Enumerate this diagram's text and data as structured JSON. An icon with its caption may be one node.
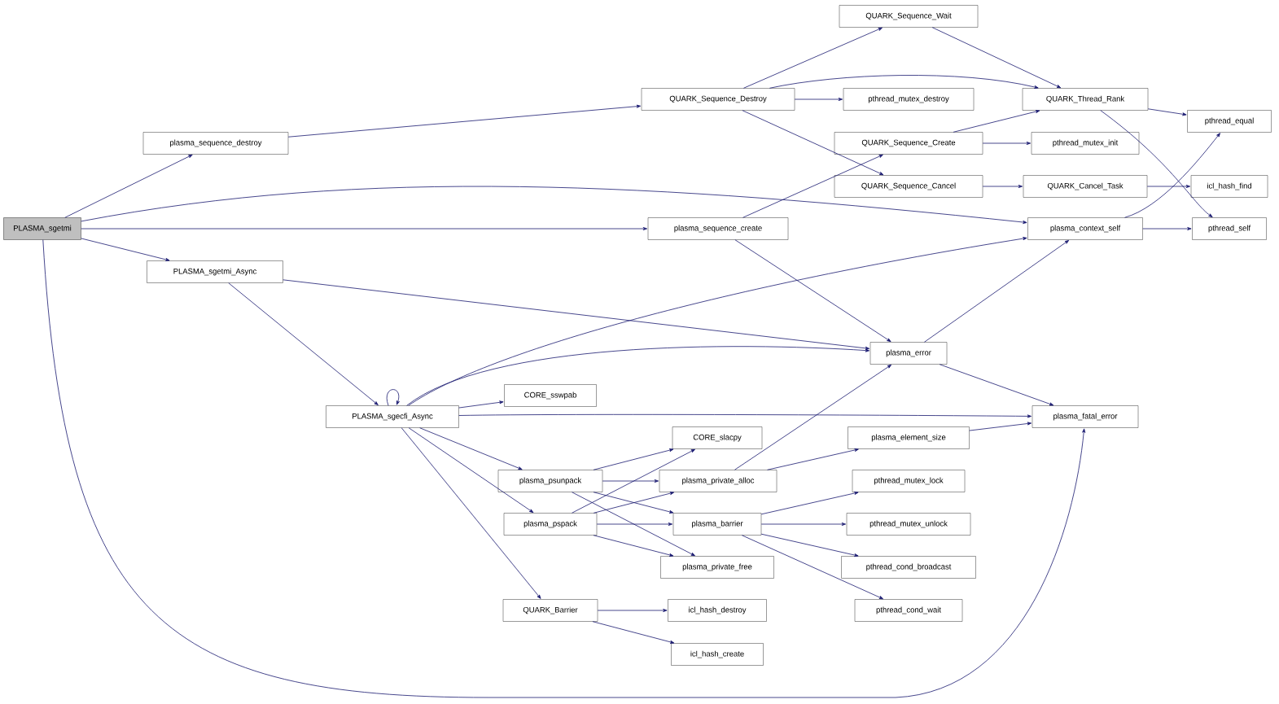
{
  "diagram": {
    "nodes": [
      {
        "text": [
          "PLASMA_sgetmi"
        ]
      },
      {
        "text": [
          "plasma_sequence_destroy"
        ]
      },
      {
        "text": [
          "PLASMA_sgetmi_Async"
        ]
      },
      {
        "text": [
          "QUARK_Sequence_Destroy"
        ]
      },
      {
        "text": [
          "plasma_sequence_create"
        ]
      },
      {
        "text": [
          "PLASMA_sgecfi_Async"
        ]
      },
      {
        "text": [
          "QUARK_Sequence_Wait"
        ]
      },
      {
        "text": [
          "pthread_mutex_destroy"
        ]
      },
      {
        "text": [
          "QUARK_Sequence_Create"
        ]
      },
      {
        "text": [
          "QUARK_Sequence_Cancel"
        ]
      },
      {
        "text": [
          "QUARK_Thread_Rank"
        ]
      },
      {
        "text": [
          "pthread_mutex_init"
        ]
      },
      {
        "text": [
          "QUARK_Cancel_Task"
        ]
      },
      {
        "text": [
          "plasma_context_self"
        ]
      },
      {
        "text": [
          "pthread_equal"
        ]
      },
      {
        "text": [
          "icl_hash_find"
        ]
      },
      {
        "text": [
          "pthread_self"
        ]
      },
      {
        "text": [
          "plasma_error"
        ]
      },
      {
        "text": [
          "plasma_fatal_error"
        ]
      },
      {
        "text": [
          "CORE_sswpab"
        ]
      },
      {
        "text": [
          "CORE_slacpy"
        ]
      },
      {
        "text": [
          "plasma_psunpack"
        ]
      },
      {
        "text": [
          "plasma_private_alloc"
        ]
      },
      {
        "text": [
          "plasma_element_size"
        ]
      },
      {
        "text": [
          "plasma_pspack"
        ]
      },
      {
        "text": [
          "plasma_barrier"
        ]
      },
      {
        "text": [
          "pthread_mutex_lock"
        ]
      },
      {
        "text": [
          "pthread_mutex_unlock"
        ]
      },
      {
        "text": [
          "plasma_private_free"
        ]
      },
      {
        "text": [
          "pthread_cond_broadcast"
        ]
      },
      {
        "text": [
          "QUARK_Barrier"
        ]
      },
      {
        "text": [
          "icl_hash_destroy"
        ]
      },
      {
        "text": [
          "pthread_cond_wait"
        ]
      },
      {
        "text": [
          "icl_hash_create"
        ]
      }
    ],
    "edges": [
      {
        "from": 0,
        "to": 1,
        "arrow": "to"
      },
      {
        "from": 0,
        "to": 13,
        "arrow": "to"
      },
      {
        "from": 0,
        "to": 4,
        "arrow": "to"
      },
      {
        "from": 0,
        "to": 2,
        "arrow": "to"
      },
      {
        "from": 0,
        "to": 18,
        "arrow": "to"
      },
      {
        "from": 1,
        "to": 3,
        "arrow": "to"
      },
      {
        "from": 2,
        "to": 5,
        "arrow": "to"
      },
      {
        "from": 2,
        "to": 17,
        "arrow": "to"
      },
      {
        "from": 3,
        "to": 6,
        "arrow": "to"
      },
      {
        "from": 3,
        "to": 10,
        "arrow": "to"
      },
      {
        "from": 3,
        "to": 7,
        "arrow": "to"
      },
      {
        "from": 3,
        "to": 9,
        "arrow": "to"
      },
      {
        "from": 6,
        "to": 10,
        "arrow": "to"
      },
      {
        "from": 8,
        "to": 10,
        "arrow": "to"
      },
      {
        "from": 8,
        "to": 11,
        "arrow": "to"
      },
      {
        "from": 9,
        "to": 12,
        "arrow": "to"
      },
      {
        "from": 10,
        "to": 14,
        "arrow": "to"
      },
      {
        "from": 10,
        "to": 16,
        "arrow": "to"
      },
      {
        "from": 12,
        "to": 15,
        "arrow": "to"
      },
      {
        "from": 13,
        "to": 14,
        "arrow": "to"
      },
      {
        "from": 13,
        "to": 16,
        "arrow": "to"
      },
      {
        "from": 4,
        "to": 8,
        "arrow": "to"
      },
      {
        "from": 4,
        "to": 17,
        "arrow": "to"
      },
      {
        "from": 5,
        "to": 5,
        "arrow": "to"
      },
      {
        "from": 5,
        "to": 13,
        "arrow": "to"
      },
      {
        "from": 5,
        "to": 17,
        "arrow": "to"
      },
      {
        "from": 5,
        "to": 19,
        "arrow": "to"
      },
      {
        "from": 5,
        "to": 18,
        "arrow": "to"
      },
      {
        "from": 5,
        "to": 21,
        "arrow": "to"
      },
      {
        "from": 5,
        "to": 24,
        "arrow": "to"
      },
      {
        "from": 5,
        "to": 30,
        "arrow": "to"
      },
      {
        "from": 17,
        "to": 13,
        "arrow": "to"
      },
      {
        "from": 17,
        "to": 18,
        "arrow": "to"
      },
      {
        "from": 21,
        "to": 20,
        "arrow": "to"
      },
      {
        "from": 21,
        "to": 22,
        "arrow": "to"
      },
      {
        "from": 21,
        "to": 25,
        "arrow": "to"
      },
      {
        "from": 21,
        "to": 28,
        "arrow": "to"
      },
      {
        "from": 24,
        "to": 20,
        "arrow": "to"
      },
      {
        "from": 24,
        "to": 22,
        "arrow": "to"
      },
      {
        "from": 24,
        "to": 25,
        "arrow": "to"
      },
      {
        "from": 24,
        "to": 28,
        "arrow": "to"
      },
      {
        "from": 22,
        "to": 17,
        "arrow": "to"
      },
      {
        "from": 22,
        "to": 23,
        "arrow": "to"
      },
      {
        "from": 23,
        "to": 18,
        "arrow": "to"
      },
      {
        "from": 25,
        "to": 26,
        "arrow": "to"
      },
      {
        "from": 25,
        "to": 27,
        "arrow": "to"
      },
      {
        "from": 25,
        "to": 29,
        "arrow": "to"
      },
      {
        "from": 25,
        "to": 32,
        "arrow": "to"
      },
      {
        "from": 30,
        "to": 31,
        "arrow": "to"
      },
      {
        "from": 30,
        "to": 33,
        "arrow": "to"
      }
    ]
  }
}
